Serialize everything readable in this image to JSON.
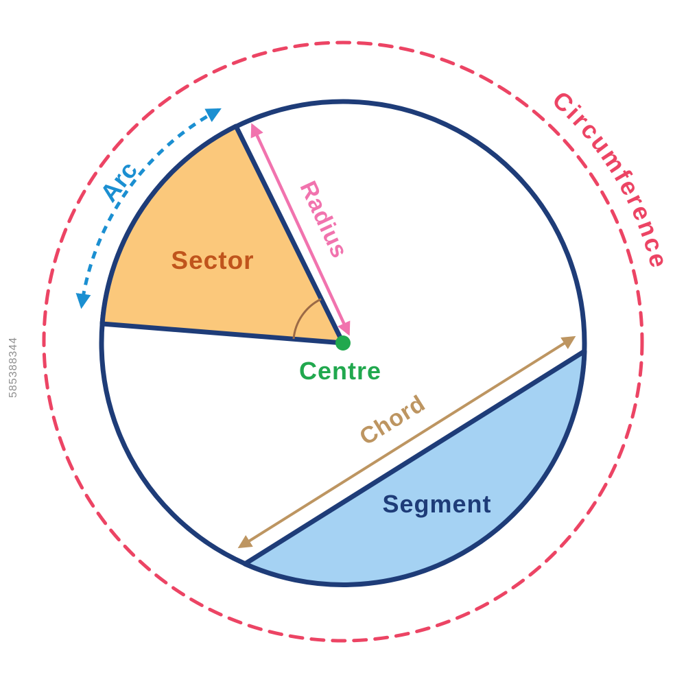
{
  "labels": {
    "circumference": "Circumference",
    "arc": "Arc",
    "sector": "Sector",
    "radius": "Radius",
    "centre": "Centre",
    "chord": "Chord",
    "segment": "Segment"
  },
  "watermark": "585388344",
  "colors": {
    "circle_outline": "#1e3c78",
    "circumference_dashed": "#ec4464",
    "sector_fill": "#fbc87b",
    "sector_label": "#c0541c",
    "segment_fill": "#a5d2f3",
    "segment_label": "#1e3c78",
    "centre_green": "#21a84e",
    "radius_pink": "#f173ae",
    "chord_brown": "#bd9561",
    "arc_blue": "#1b8fd1",
    "angle_arc_brown": "#9b6a46",
    "watermark_grey": "#8f8f8f"
  }
}
